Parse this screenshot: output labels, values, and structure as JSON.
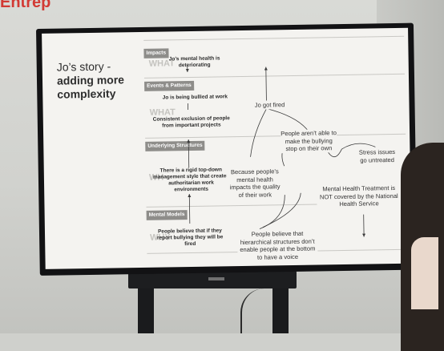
{
  "slide": {
    "title_line1": "Jo’s story -",
    "title_line2": "adding more",
    "title_line3": "complexity",
    "bands": [
      {
        "label": "Impacts",
        "faint": "WHAT",
        "text": "Jo’s mental health is deteriorating"
      },
      {
        "label": "Events & Patterns",
        "faint": "WHAT",
        "text1": "Jo is being bullied at work",
        "text2": "Consistent exclusion of people from important projects"
      },
      {
        "label": "Underlying Structures",
        "faint": "WH",
        "text": "There is a rigid top-down management style that creates authoritarian work environments"
      },
      {
        "label": "Mental Models",
        "faint": "WHY",
        "text": "People believe that if they report bullying they will be fired"
      }
    ],
    "notes": {
      "fired": "Jo got fired",
      "cant_stop": "People aren’t able to make the bullying stop on their own",
      "stress": "Stress issues go untreated",
      "quality": "Because people’s mental health impacts the quality of their work",
      "nhs": "Mental Health Treatment is NOT covered by the National Health Service",
      "hierarchy": "People believe that hierarchical structures don’t enable people at the bottom to have a voice"
    }
  },
  "room": {
    "banner_text": "Entrep"
  },
  "colors": {
    "band_label_bg": "#8e8d8a",
    "screen_bg": "#f4f3f0",
    "banner_red": "#d23a34"
  }
}
